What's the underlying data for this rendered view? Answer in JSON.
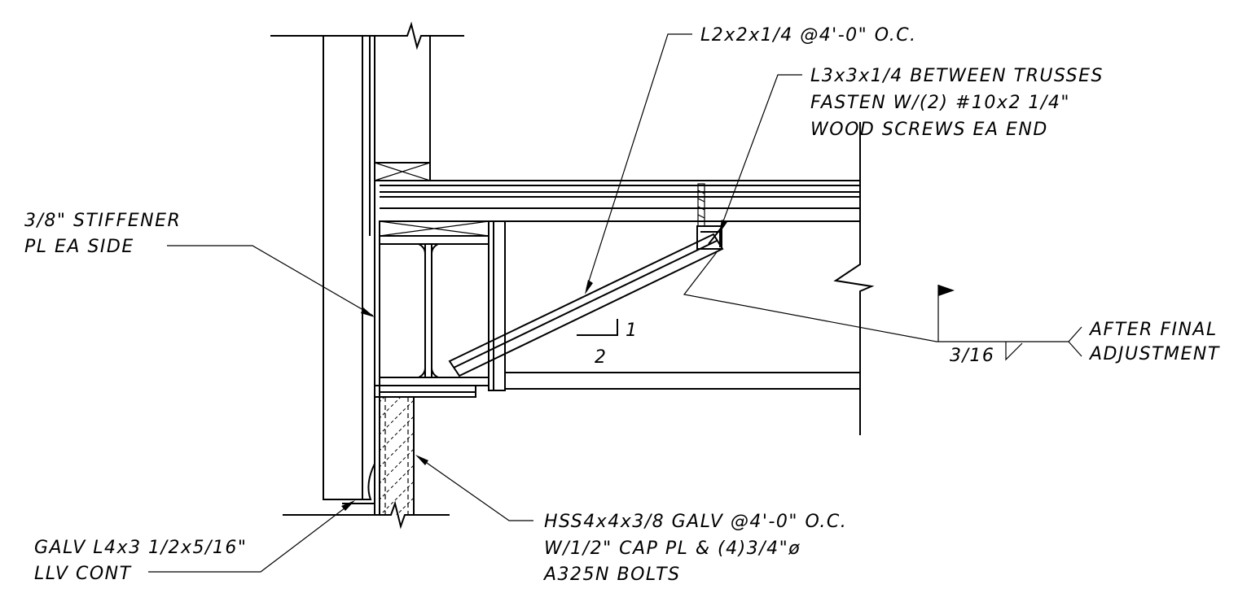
{
  "labels": {
    "angle_top": "L2x2x1/4 @4'-0\" O.C.",
    "angle_between_1": "L3x3x1/4 BETWEEN TRUSSES",
    "angle_between_2": "FASTEN W/(2) #10x2 1/4\"",
    "angle_between_3": "WOOD SCREWS EA END",
    "stiffener_1": "3/8\" STIFFENER",
    "stiffener_2": "PL EA SIDE",
    "weld_size": "3/16",
    "weld_note_1": "AFTER FINAL",
    "weld_note_2": "ADJUSTMENT",
    "slope_rise": "1",
    "slope_run": "2",
    "galv_angle_1": "GALV L4x3 1/2x5/16\"",
    "galv_angle_2": "LLV CONT",
    "hss_1": "HSS4x4x3/8 GALV @4'-0\" O.C.",
    "hss_2": "W/1/2\" CAP PL & (4)3/4\"ø",
    "hss_3": "A325N BOLTS"
  }
}
